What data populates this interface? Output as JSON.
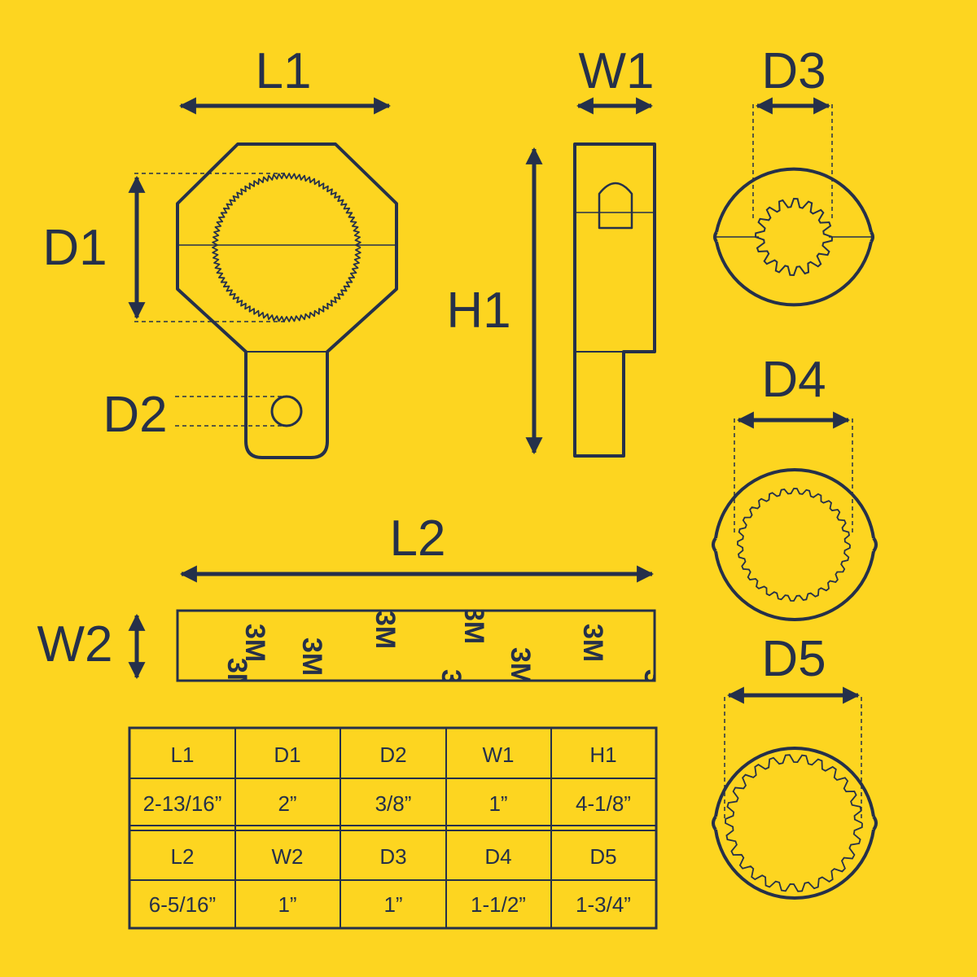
{
  "colors": {
    "background": "#FDD520",
    "ink": "#25304A"
  },
  "labels": {
    "l1": "L1",
    "w1": "W1",
    "d3": "D3",
    "d1": "D1",
    "h1": "H1",
    "d2": "D2",
    "d4": "D4",
    "l2": "L2",
    "w2": "W2",
    "d5": "D5"
  },
  "tape": {
    "logo": "3M"
  },
  "table": {
    "rows": [
      [
        "L1",
        "D1",
        "D2",
        "W1",
        "H1"
      ],
      [
        "2-13/16”",
        "2”",
        "3/8”",
        "1”",
        "4-1/8”"
      ],
      [
        "L2",
        "W2",
        "D3",
        "D4",
        "D5"
      ],
      [
        "6-5/16”",
        "1”",
        "1”",
        "1-1/2”",
        "1-3/4”"
      ]
    ]
  }
}
